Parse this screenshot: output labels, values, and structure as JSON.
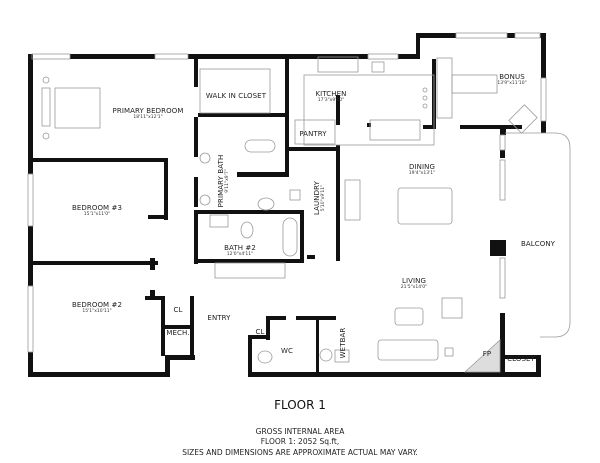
{
  "floor_title": "FLOOR 1",
  "area": {
    "heading": "GROSS INTERNAL AREA",
    "value_line": "FLOOR 1: 2052 Sq.ft,",
    "disclaimer": "SIZES AND DIMENSIONS ARE APPROXIMATE ACTUAL MAY VARY."
  },
  "rooms": {
    "primary_bedroom": {
      "name": "PRIMARY BEDROOM",
      "dims": "18'11\"x12'1\""
    },
    "walk_in_closet": {
      "name": "WALK IN CLOSET"
    },
    "kitchen": {
      "name": "KITCHEN",
      "dims": "17'3\"x9'10\""
    },
    "bonus": {
      "name": "BONUS",
      "dims": "13'9\"x11'10\""
    },
    "pantry": {
      "name": "PANTRY"
    },
    "primary_bath": {
      "name": "PRIMARY BATH",
      "dims": "9'11\"x9'7\""
    },
    "laundry": {
      "name": "LAUNDRY",
      "dims": "5'10\"x9'11\""
    },
    "dining": {
      "name": "DINING",
      "dims": "19'4\"x13'1\""
    },
    "bedroom3": {
      "name": "BEDROOM #3",
      "dims": "15'1\"x11'0\""
    },
    "bath2": {
      "name": "BATH #2",
      "dims": "12'0\"x4'11\""
    },
    "balcony": {
      "name": "BALCONY"
    },
    "living": {
      "name": "LIVING",
      "dims": "21'5\"x14'0\""
    },
    "bedroom2": {
      "name": "BEDROOM #2",
      "dims": "15'1\"x10'11\""
    },
    "cl1": {
      "name": "CL"
    },
    "mech": {
      "name": "MECH."
    },
    "entry": {
      "name": "ENTRY"
    },
    "cl2": {
      "name": "CL"
    },
    "wc": {
      "name": "WC"
    },
    "wetbar": {
      "name": "WETBAR"
    },
    "fp": {
      "name": "FP"
    },
    "closet": {
      "name": "CLOSET"
    }
  },
  "colors": {
    "wall": "#111111",
    "fixture": "#9a9a9a",
    "background": "#ffffff"
  }
}
